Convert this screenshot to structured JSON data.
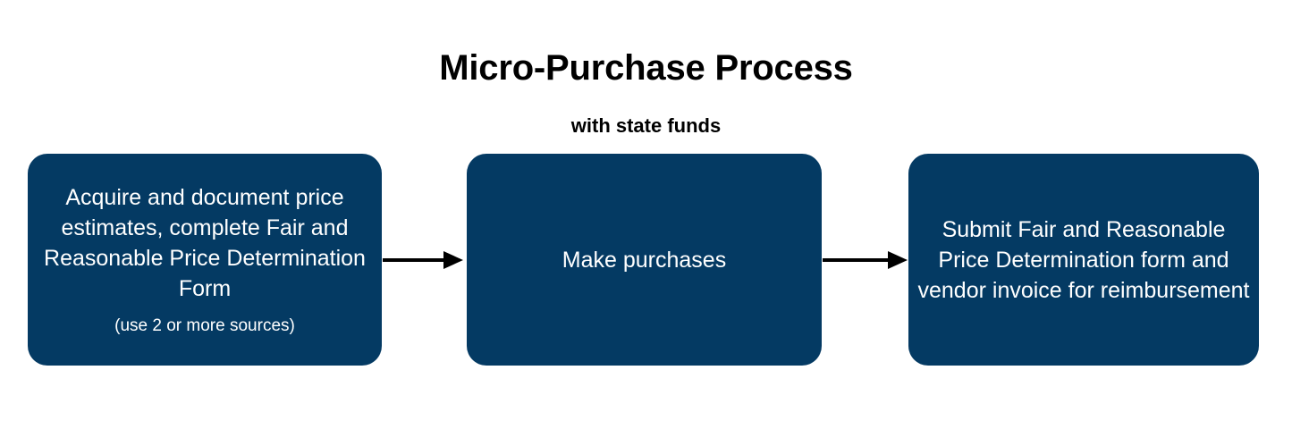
{
  "header": {
    "title": "Micro-Purchase Process",
    "subtitle": "with state funds"
  },
  "colors": {
    "box_fill": "#043A63",
    "box_text": "#FFFFFF",
    "heading_text": "#000000",
    "arrow": "#000000",
    "background": "#FFFFFF"
  },
  "flow": {
    "steps": [
      {
        "id": "step-1",
        "text": "Acquire and document price estimates, complete Fair and Reasonable Price Determination Form",
        "note": "(use 2 or more sources)"
      },
      {
        "id": "step-2",
        "text": "Make purchases",
        "note": ""
      },
      {
        "id": "step-3",
        "text": "Submit Fair and Reasonable Price Determination form and vendor invoice for reimbursement",
        "note": ""
      }
    ],
    "connectors": [
      {
        "id": "connector-1",
        "from": "step-1",
        "to": "step-2",
        "kind": "arrow-right"
      },
      {
        "id": "connector-2",
        "from": "step-2",
        "to": "step-3",
        "kind": "arrow-right"
      }
    ]
  }
}
